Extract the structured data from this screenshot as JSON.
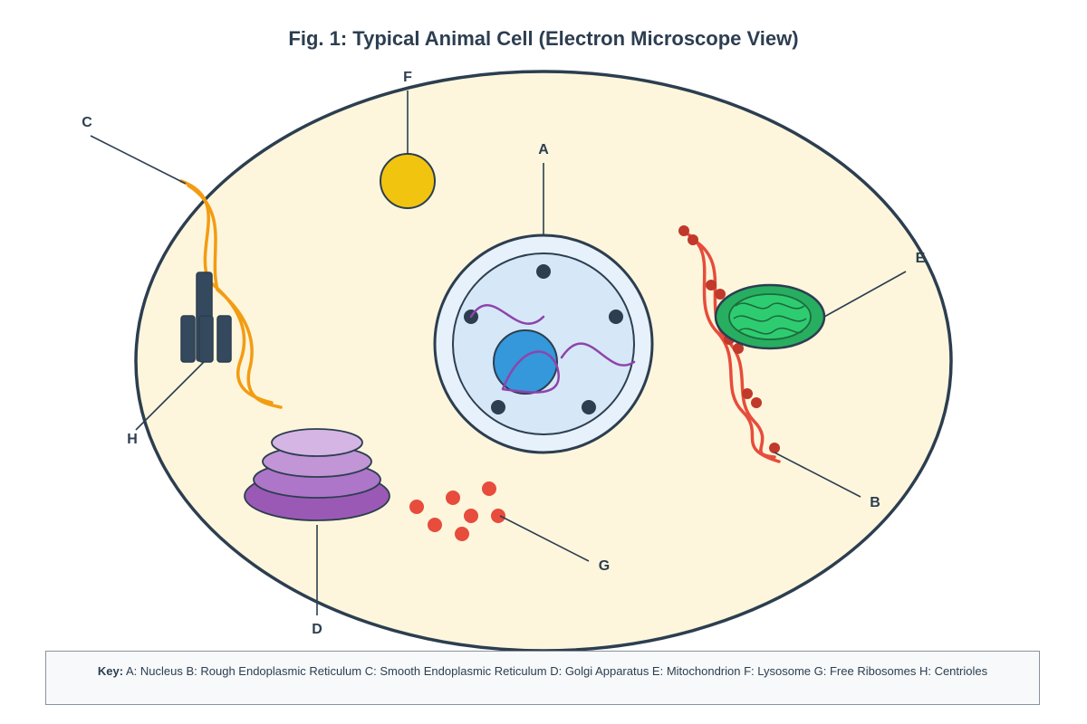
{
  "title": "Fig. 1: Typical Animal Cell (Electron Microscope View)",
  "labels": {
    "a": "A",
    "b": "B",
    "c": "C",
    "d": "D",
    "e": "E",
    "f": "F",
    "g": "G",
    "h": "H"
  },
  "key": {
    "title": "Key:",
    "text": "A: Nucleus B: Rough Endoplasmic Reticulum C: Smooth Endoplasmic Reticulum D: Golgi Apparatus E: Mitochondrion F: Lysosome G: Free Ribosomes H: Centrioles"
  },
  "colors": {
    "cytoplasm": "#fdf6dc",
    "outline": "#2c3e50",
    "nucleus": "#e7f1fb",
    "nucleoplasm": "#d6e8f7",
    "nucleolus": "#3498db",
    "chromatin": "#8e44ad",
    "rough_er": "#e74c3c",
    "ribosome": "#c0392b",
    "smooth_er": "#f39c12",
    "mitochondrion": "#2ecc71",
    "lysosome": "#f1c40f",
    "golgi": "#9b59b6",
    "free_ribosome": "#e74c3c",
    "centriole": "#34495e"
  }
}
